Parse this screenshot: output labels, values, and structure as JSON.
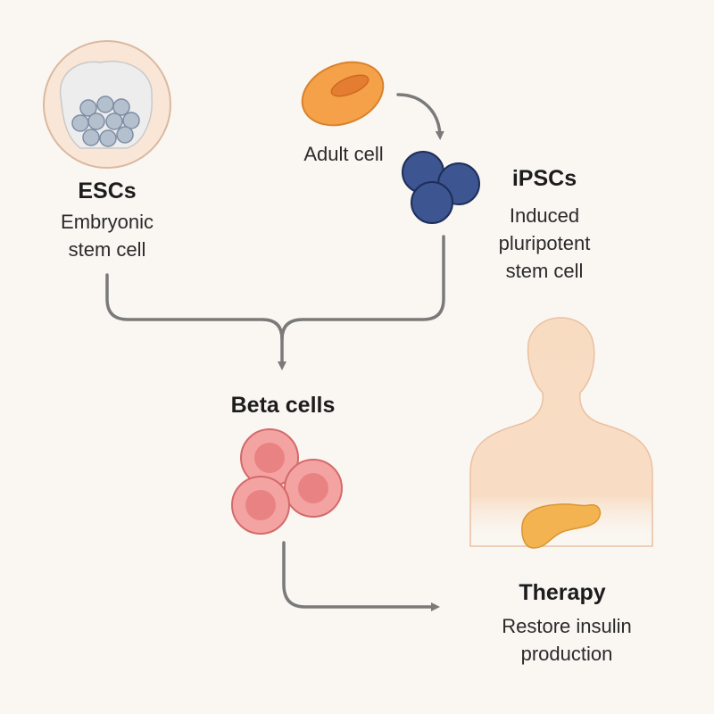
{
  "esc": {
    "title": "ESCs",
    "line1": "Embryonic",
    "line2": "stem cell"
  },
  "adult": {
    "label": "Adult cell"
  },
  "ipsc": {
    "title": "iPSCs",
    "line1": "Induced",
    "line2": "pluripotent",
    "line3": "stem cell"
  },
  "beta": {
    "title": "Beta cells"
  },
  "therapy": {
    "title": "Therapy",
    "line1": "Restore insulin",
    "line2": "production"
  },
  "colors": {
    "background": "#faf7f3",
    "arrow": "#7a7a7a",
    "esc_cluster": "#b5c0ce",
    "adult_cell": "#f4a14a",
    "ipsc_cells": "#3d5590",
    "beta_cells": "#f29a9a",
    "body": "#f8dcc2",
    "pancreas": "#f2b350"
  }
}
